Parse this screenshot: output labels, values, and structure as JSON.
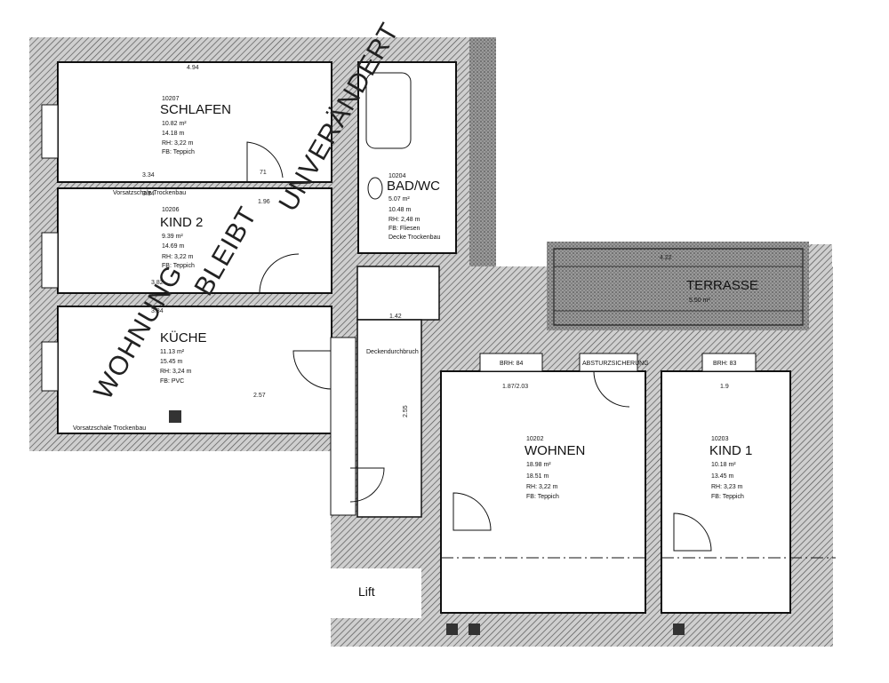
{
  "rooms": {
    "schlafen": {
      "code": "10207",
      "name": "SCHLAFEN",
      "area": "10.82 m²",
      "perimeter": "14.18 m",
      "rh": "RH: 3,22 m",
      "fb": "FB: Teppich"
    },
    "kind2": {
      "code": "10206",
      "name": "KIND 2",
      "area": "9.39 m²",
      "perimeter": "14.69 m",
      "rh": "RH: 3,22 m",
      "fb": "FB: Teppich"
    },
    "kueche": {
      "name": "KÜCHE",
      "area": "11.13 m²",
      "perimeter": "15.45 m",
      "rh": "RH: 3,24 m",
      "fb": "FB: PVC"
    },
    "bad": {
      "code": "10204",
      "name": "BAD/WC",
      "area": "5.07 m²",
      "perimeter": "10.48 m",
      "rh": "RH: 2,48 m",
      "fb": "FB: Fliesen",
      "note": "Decke Trockenbau"
    },
    "wohnen": {
      "code": "10202",
      "name": "WOHNEN",
      "area": "18.98 m²",
      "perimeter": "18.51 m",
      "rh": "RH: 3,22 m",
      "fb": "FB: Teppich"
    },
    "kind1": {
      "code": "10203",
      "name": "KIND 1",
      "area": "10.18 m²",
      "perimeter": "13.45 m",
      "rh": "RH: 3,23 m",
      "fb": "FB: Teppich"
    },
    "terrasse": {
      "name": "TERRASSE",
      "area": "5.50 m²"
    }
  },
  "stamp": {
    "line1": "WOHNUNG",
    "line2": "BLEIBT",
    "line3": "UNVERÄNDERT"
  },
  "lift": "Lift",
  "dims": {
    "schlafen_top": "4.94",
    "schlafen_bottom": "3.34",
    "kind2_top": "3.34",
    "kind2_bottom": "3.82",
    "kueche_top": "3.84",
    "kueche_bottom": "2.57",
    "wohnen_top": "1.87/2.03",
    "kind1_top": "1.9",
    "terrasse_top": "4.22",
    "hall": "1.42",
    "hall_v": "2.55",
    "door1": "71",
    "door2": "1.96"
  },
  "labels": {
    "trennwand1": "Vorsatzschale Trockenbau",
    "trennwand2": "Vorsatzschale Trockenbau",
    "brh1": "BRH: 84",
    "brh2": "BRH: 83",
    "absturz": "ABSTURZSICHERUNG",
    "deckendurch": "Deckendurchbruch"
  }
}
